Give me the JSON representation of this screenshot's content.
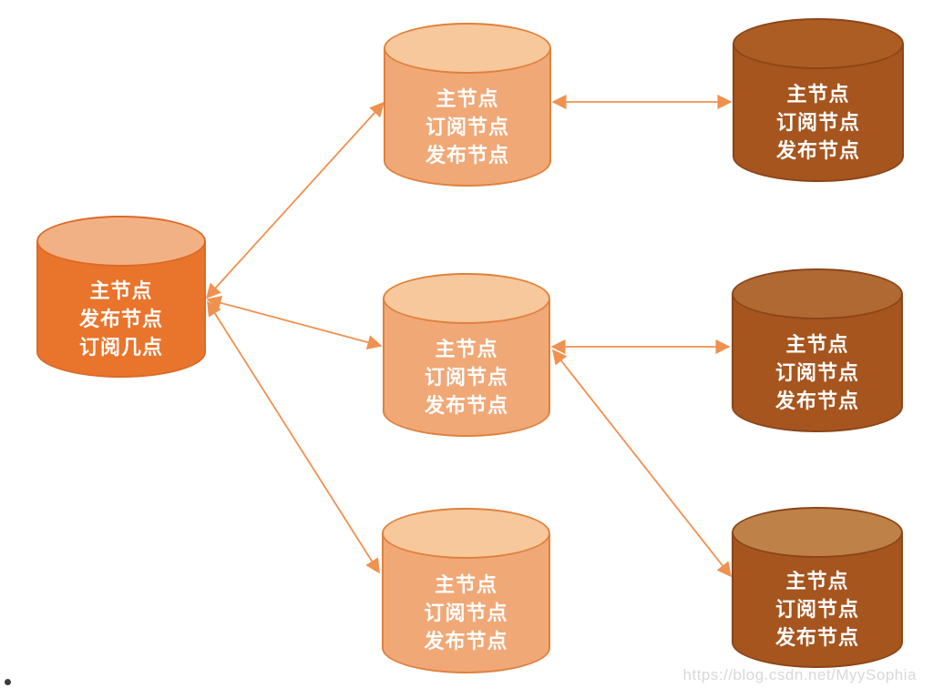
{
  "palette": {
    "master-body": "#E9742C",
    "master-cap": "#F2B184",
    "master-stroke": "#DC6A28",
    "replica-body": "#F0A877",
    "replica-cap": "#F6C89C",
    "replica-stroke": "#E0813C",
    "secondary-body": "#A6551F",
    "secondary-stroke": "#8C4519",
    "secondary-cap-top": "#AB5D24",
    "secondary-cap-middle": "#B16933",
    "secondary-cap-bottom": "#BE8248",
    "arrow": "#F0914F",
    "label-text": "#FFFFFF",
    "watermark": "#D8D8D8",
    "bullet": "#3C3C3C"
  },
  "diagram": {
    "type": "database-replication-topology",
    "nodes": [
      {
        "id": "master",
        "column": "left",
        "lines": [
          "主节点",
          "发布节点",
          "订阅几点"
        ]
      },
      {
        "id": "replica-top",
        "column": "middle",
        "lines": [
          "主节点",
          "订阅节点",
          "发布节点"
        ]
      },
      {
        "id": "replica-middle",
        "column": "middle",
        "lines": [
          "主节点",
          "订阅节点",
          "发布节点"
        ]
      },
      {
        "id": "replica-bottom",
        "column": "middle",
        "lines": [
          "主节点",
          "订阅节点",
          "发布节点"
        ]
      },
      {
        "id": "secondary-top",
        "column": "right",
        "lines": [
          "主节点",
          "订阅节点",
          "发布节点"
        ]
      },
      {
        "id": "secondary-middle",
        "column": "right",
        "lines": [
          "主节点",
          "订阅节点",
          "发布节点"
        ]
      },
      {
        "id": "secondary-bottom",
        "column": "right",
        "lines": [
          "主节点",
          "订阅节点",
          "发布节点"
        ]
      }
    ],
    "edges": [
      {
        "from": "master",
        "to": "replica-top",
        "bidirectional": true
      },
      {
        "from": "master",
        "to": "replica-middle",
        "bidirectional": true
      },
      {
        "from": "master",
        "to": "replica-bottom",
        "bidirectional": true
      },
      {
        "from": "replica-top",
        "to": "secondary-top",
        "bidirectional": true
      },
      {
        "from": "replica-middle",
        "to": "secondary-middle",
        "bidirectional": true
      },
      {
        "from": "replica-middle",
        "to": "secondary-bottom",
        "bidirectional": true
      }
    ],
    "watermark": "https://blog.csdn.net/MyySophia"
  }
}
